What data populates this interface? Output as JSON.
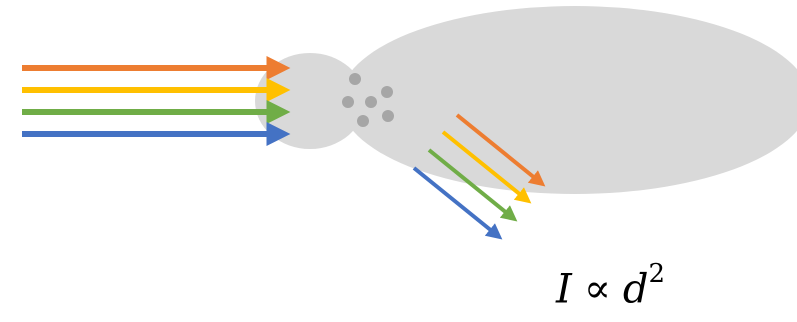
{
  "formula": {
    "intensity_symbol": "I",
    "relation_symbol": "∝",
    "size_symbol": "d",
    "exponent": "2"
  },
  "colors": {
    "particle_body": "#d9d9d9",
    "particle_dots": "#a6a6a6",
    "beam_orange": "#ed7d31",
    "beam_yellow": "#ffc000",
    "beam_green": "#70ad47",
    "beam_blue": "#4472c4"
  },
  "beams": {
    "incident": [
      "orange",
      "yellow",
      "green",
      "blue"
    ],
    "scattered": [
      "orange",
      "yellow",
      "green",
      "blue"
    ]
  }
}
